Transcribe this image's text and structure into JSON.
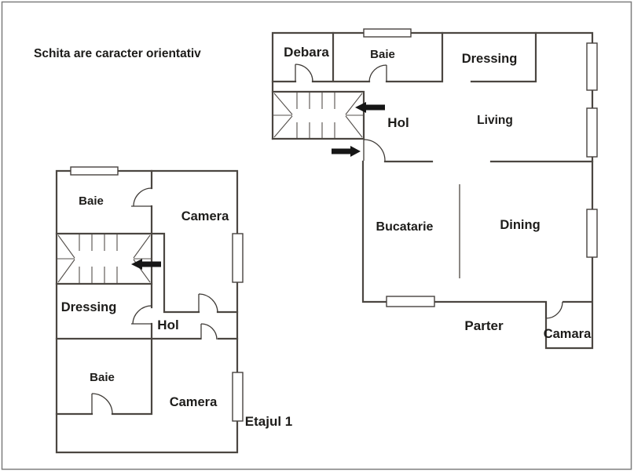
{
  "note": "Schita are caracter orientativ",
  "diagram_type": "floor-plan-sketch",
  "colors": {
    "background": "#ffffff",
    "wall": "#4b4641",
    "thin_line": "#55504c",
    "door_line": "#3f3b37",
    "arrow": "#161616",
    "text": "#1d1c1a",
    "border": "#7d7d7d"
  },
  "parter": {
    "floor_label": "Parter",
    "rooms": {
      "debara": "Debara",
      "baie": "Baie",
      "dressing": "Dressing",
      "living": "Living",
      "hol": "Hol",
      "bucatarie": "Bucatarie",
      "dining": "Dining",
      "camara": "Camara"
    }
  },
  "etaj1": {
    "floor_label": "Etajul 1",
    "rooms": {
      "baie_top": "Baie",
      "camera_top": "Camera",
      "dressing": "Dressing",
      "hol": "Hol",
      "baie_bottom": "Baie",
      "camera_bottom": "Camera"
    }
  }
}
